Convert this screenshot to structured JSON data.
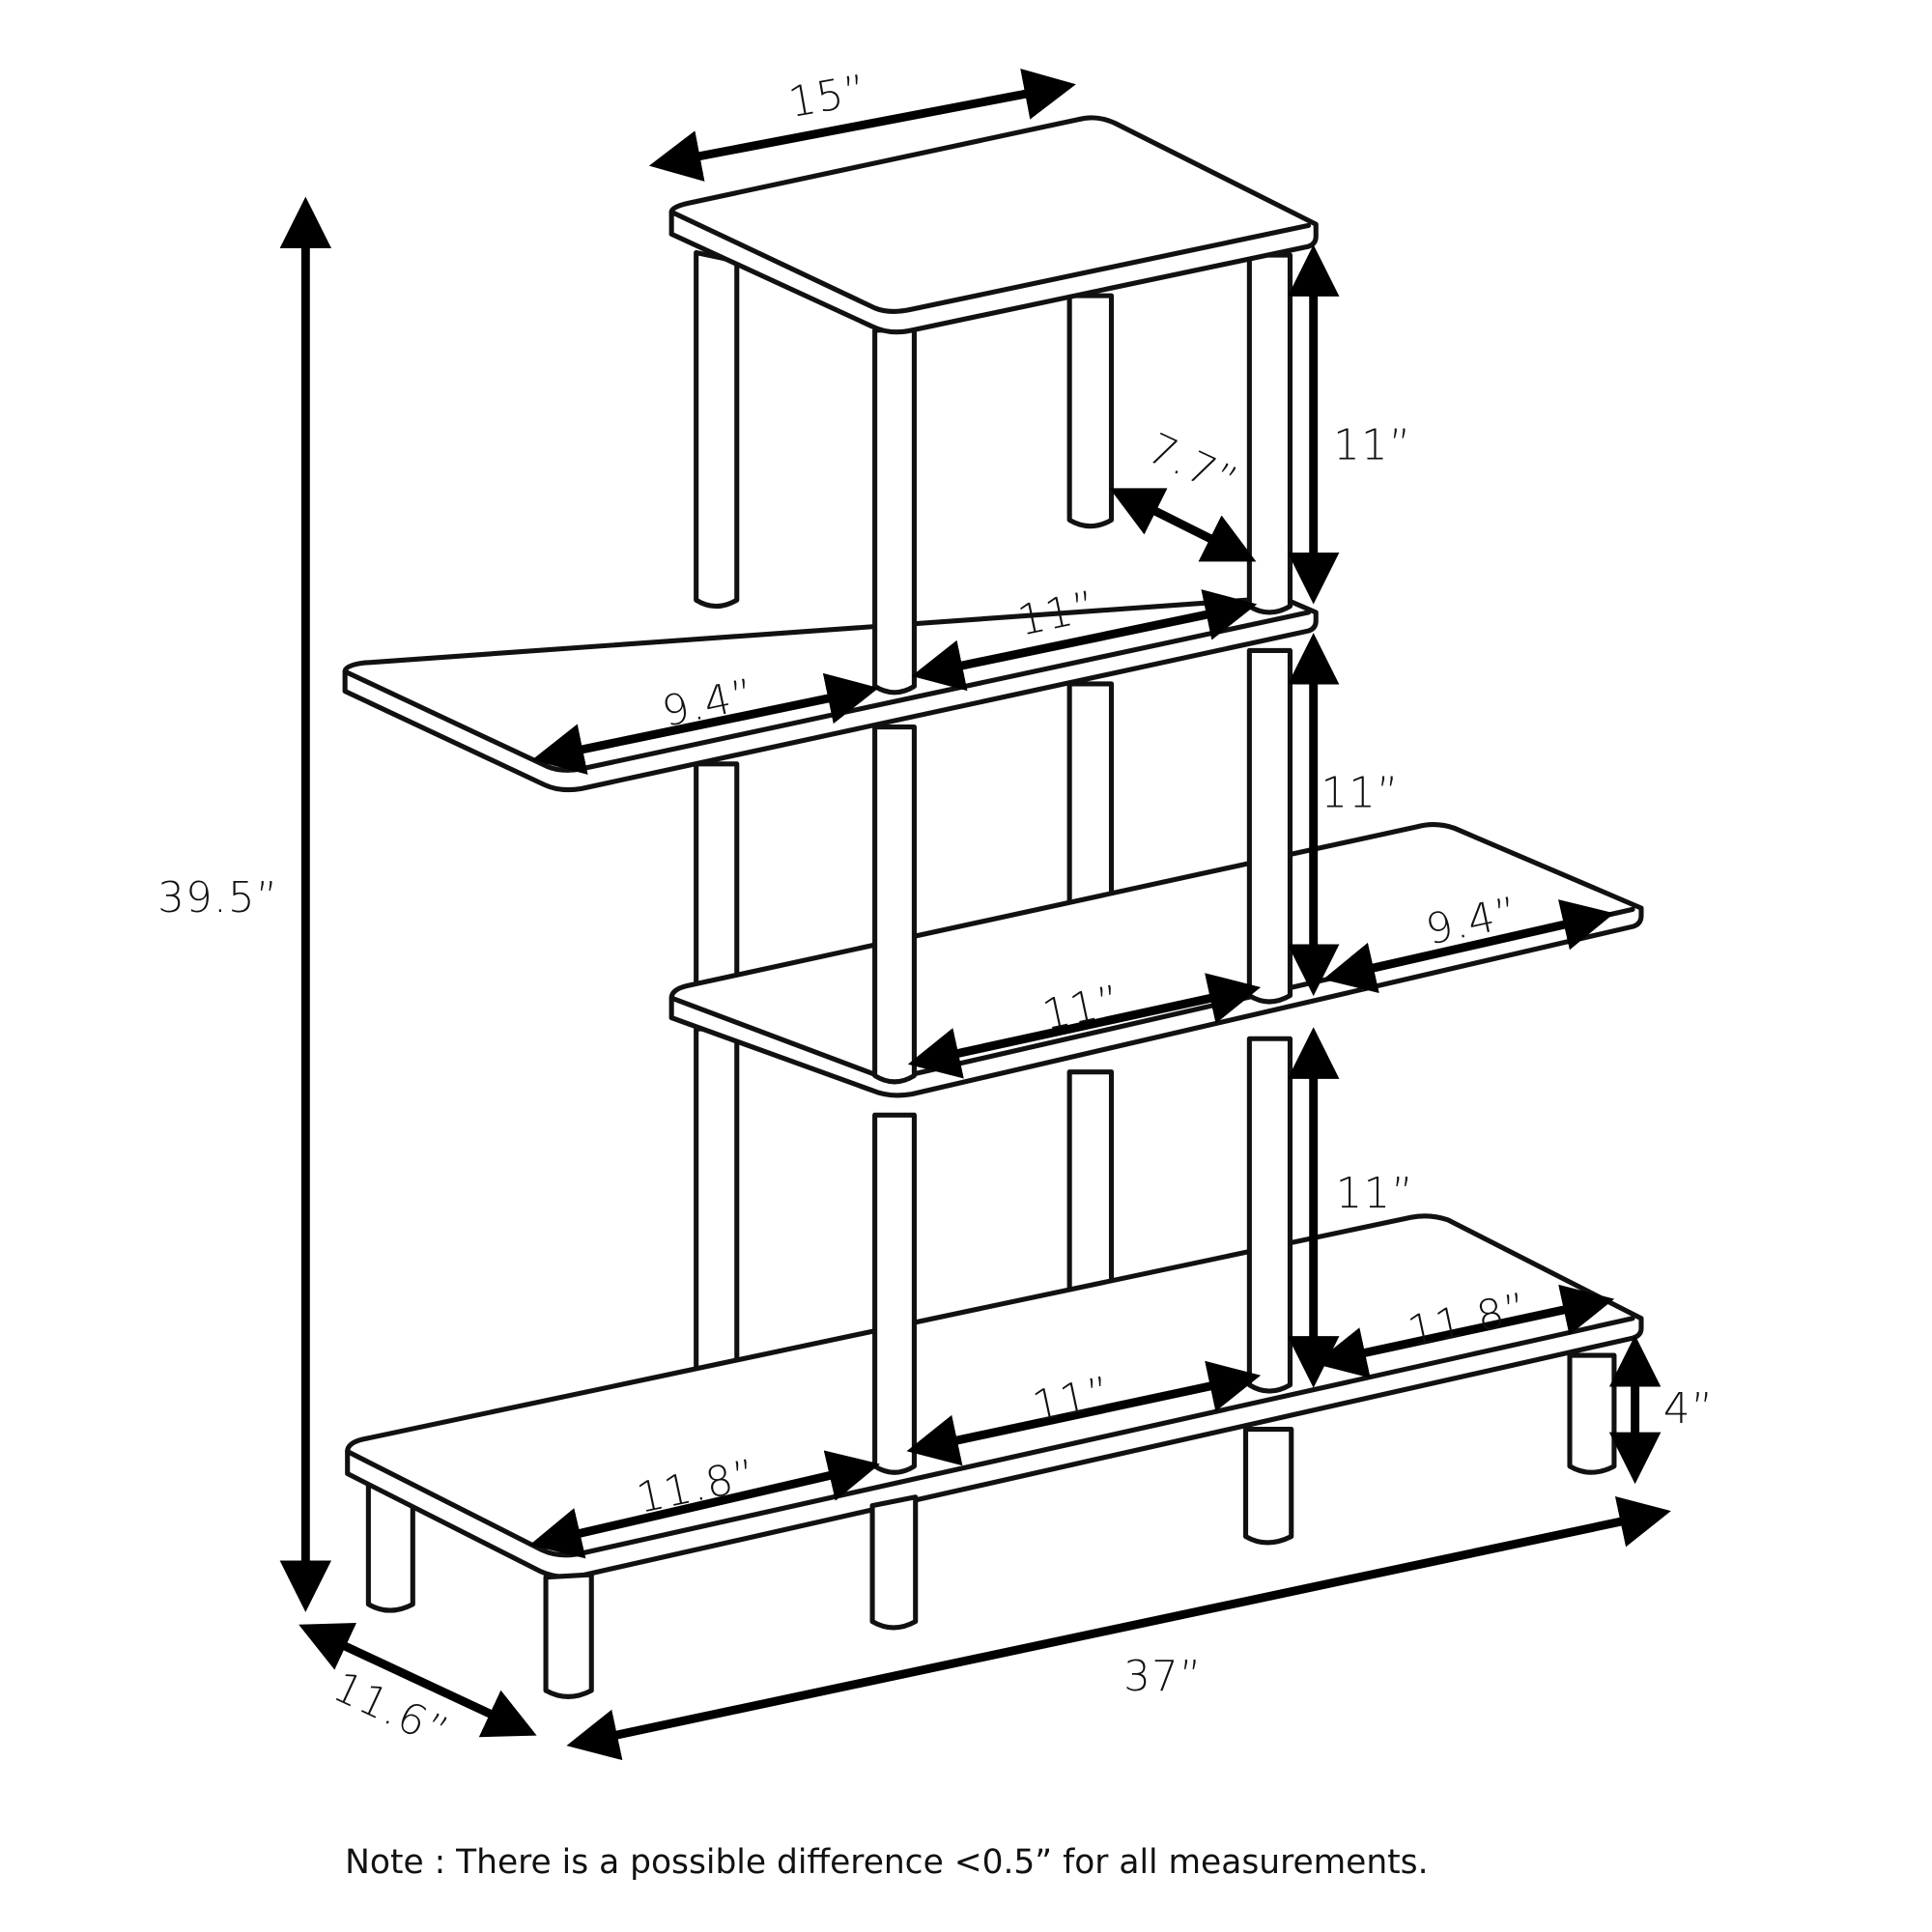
{
  "diagram": {
    "type": "dimension-drawing",
    "subject": "4-tier ladder/step shelf with posts and legs",
    "colors": {
      "line": "#111111",
      "arrow": "#000000",
      "background": "#ffffff"
    },
    "dimensions": {
      "overall_height": "39.5”",
      "overall_width": "37”",
      "overall_depth": "11.6”",
      "top_shelf_width": "15”",
      "top_shelf_depth_inner": "7.7”",
      "tier_gap_1": "11”",
      "tier_gap_2": "11”",
      "tier_gap_3": "11”",
      "tier2_left_overhang": "9.4”",
      "tier2_between_posts": "11”",
      "tier3_right_overhang": "9.4”",
      "tier3_between_posts": "11”",
      "bottom_left_overhang": "11.8”",
      "bottom_between_posts": "11”",
      "bottom_right_overhang": "11.8”",
      "leg_height": "4”"
    },
    "note": "Note : There is a possible difference <0.5” for all measurements."
  }
}
